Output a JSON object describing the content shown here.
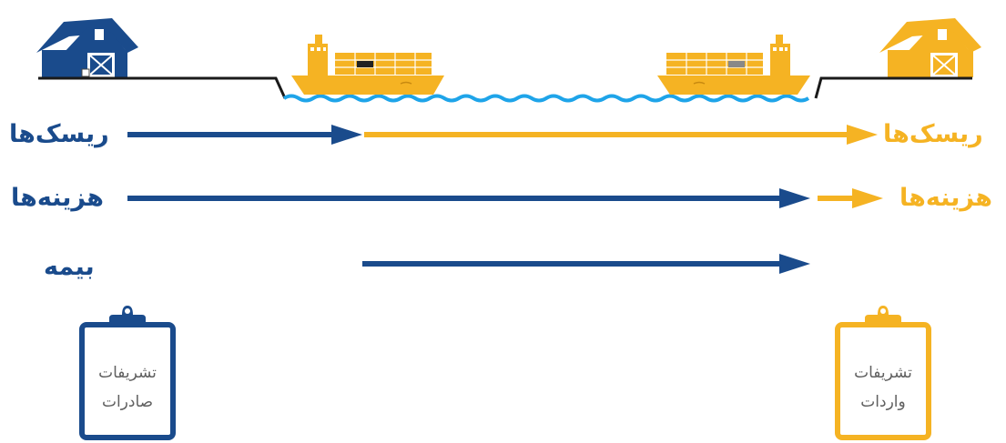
{
  "labels": {
    "risks": "ریسک‌ها",
    "costs": "هزینه‌ها",
    "insurance": "بیمه"
  },
  "clipboards": {
    "export": {
      "line1": "تشریفات",
      "line2": "صادرات"
    },
    "import": {
      "line1": "تشریفات",
      "line2": "واردات"
    }
  },
  "icons": {
    "seller_warehouse": "warehouse-icon",
    "buyer_warehouse": "warehouse-icon",
    "export_ship": "container-ship-icon",
    "import_ship": "container-ship-icon",
    "export_clipboard": "clipboard-icon",
    "import_clipboard": "clipboard-icon"
  },
  "colors": {
    "seller": "#1a4b8c",
    "buyer": "#f5b323",
    "water": "#1ea4e9",
    "text_gray": "#606060"
  }
}
